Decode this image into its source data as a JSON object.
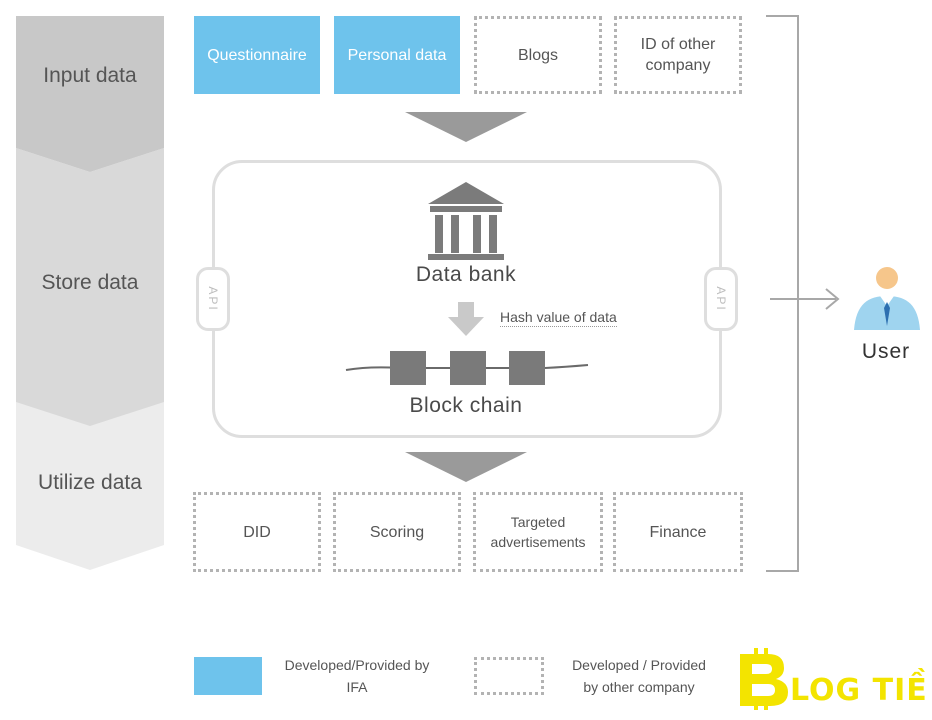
{
  "stages": [
    {
      "label": "Input data"
    },
    {
      "label": "Store data"
    },
    {
      "label": "Utilize data"
    }
  ],
  "input_boxes": [
    {
      "label": "Questionnaire",
      "type": "ifa"
    },
    {
      "label": "Personal data",
      "type": "ifa"
    },
    {
      "label": "Blogs",
      "type": "other"
    },
    {
      "label": "ID of other company",
      "type": "other"
    }
  ],
  "output_boxes": [
    {
      "label": "DID",
      "type": "other"
    },
    {
      "label": "Scoring",
      "type": "other"
    },
    {
      "label": "Targeted advertisements",
      "type": "other"
    },
    {
      "label": "Finance",
      "type": "other"
    }
  ],
  "store": {
    "data_bank_label": "Data bank",
    "hash_label": "Hash value of data",
    "block_chain_label": "Block chain",
    "api_left": "API",
    "api_right": "API"
  },
  "user": {
    "label": "User"
  },
  "legend": {
    "ifa_label": "Developed/Provided by IFA",
    "other_label": "Developed / Provided by other company"
  },
  "watermark": {
    "text": "BLOG TIỀN ẢO"
  },
  "colors": {
    "ifa_blue": "#6ec3ec",
    "stage_dark": "#c8c8c8",
    "stage_mid": "#d9d9d9",
    "stage_light": "#ececec",
    "block_gray": "#7a7a7a",
    "bank_gray": "#7b7b7b",
    "watermark_yellow": "#f3e400"
  }
}
